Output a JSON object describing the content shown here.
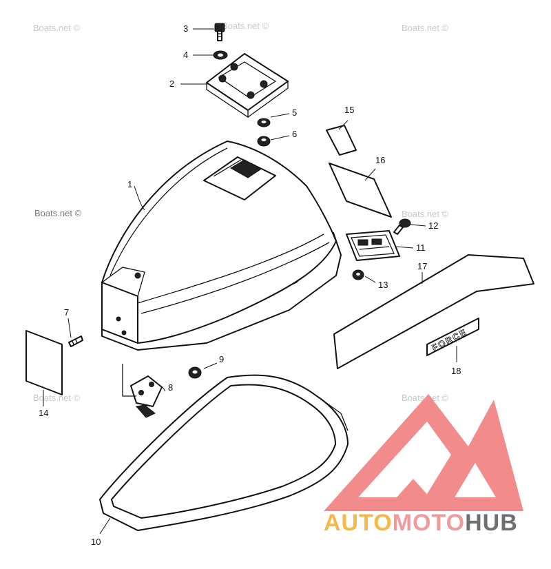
{
  "watermark": {
    "text": "Boats.net ©",
    "brand_word_1": "AUTO",
    "brand_word_2": "MOTO",
    "brand_word_3": "HUB",
    "colors": {
      "logo_red": "#f28b8b",
      "auto_orange": "#f5b94a",
      "hub_gray": "#6f6f6f"
    }
  },
  "diagram": {
    "decal_text": "FORCE",
    "callouts": {
      "c1": "1",
      "c2": "2",
      "c3": "3",
      "c4": "4",
      "c5": "5",
      "c6": "6",
      "c7": "7",
      "c8": "8",
      "c9": "9",
      "c10": "10",
      "c11": "11",
      "c12": "12",
      "c13": "13",
      "c14": "14",
      "c15": "15",
      "c16": "16",
      "c17": "17",
      "c18": "18"
    }
  }
}
